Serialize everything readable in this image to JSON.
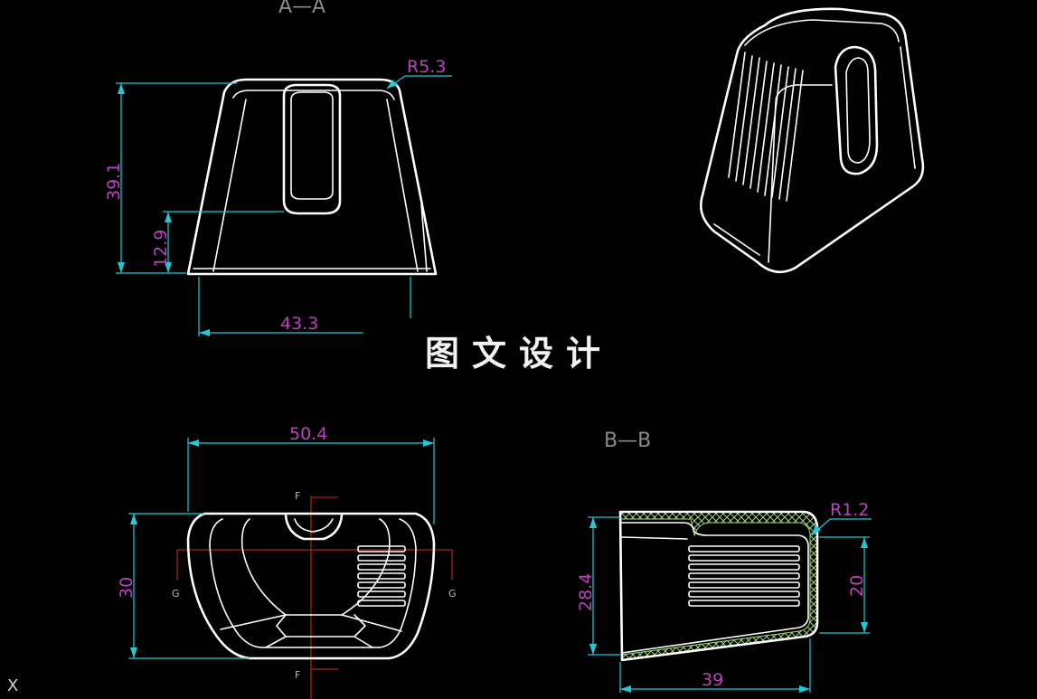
{
  "drawing": {
    "watermark": "图文设计",
    "axis_marker": "X",
    "colors": {
      "background": "#000000",
      "geometry": "#ffffff",
      "dimension_line": "#22c8d8",
      "dimension_text": "#c040c0",
      "section_text": "#8a8a8a",
      "cut_line": "#b02020",
      "hatch": "#9fd67a"
    }
  },
  "section_aa": {
    "title": "A—A",
    "dims": {
      "height": "39.1",
      "slot_height": "12.9",
      "width": "43.3",
      "radius": "R5.3"
    }
  },
  "bottom_view": {
    "dims": {
      "width": "50.4",
      "height": "30"
    },
    "cut_labels": {
      "f_top": "F",
      "f_bottom": "F",
      "g_left": "G",
      "g_right": "G"
    }
  },
  "section_bb": {
    "title": "B—B",
    "dims": {
      "height": "28.4",
      "inner_height": "20",
      "length": "39",
      "radius": "R1.2"
    }
  },
  "iso_view": {}
}
